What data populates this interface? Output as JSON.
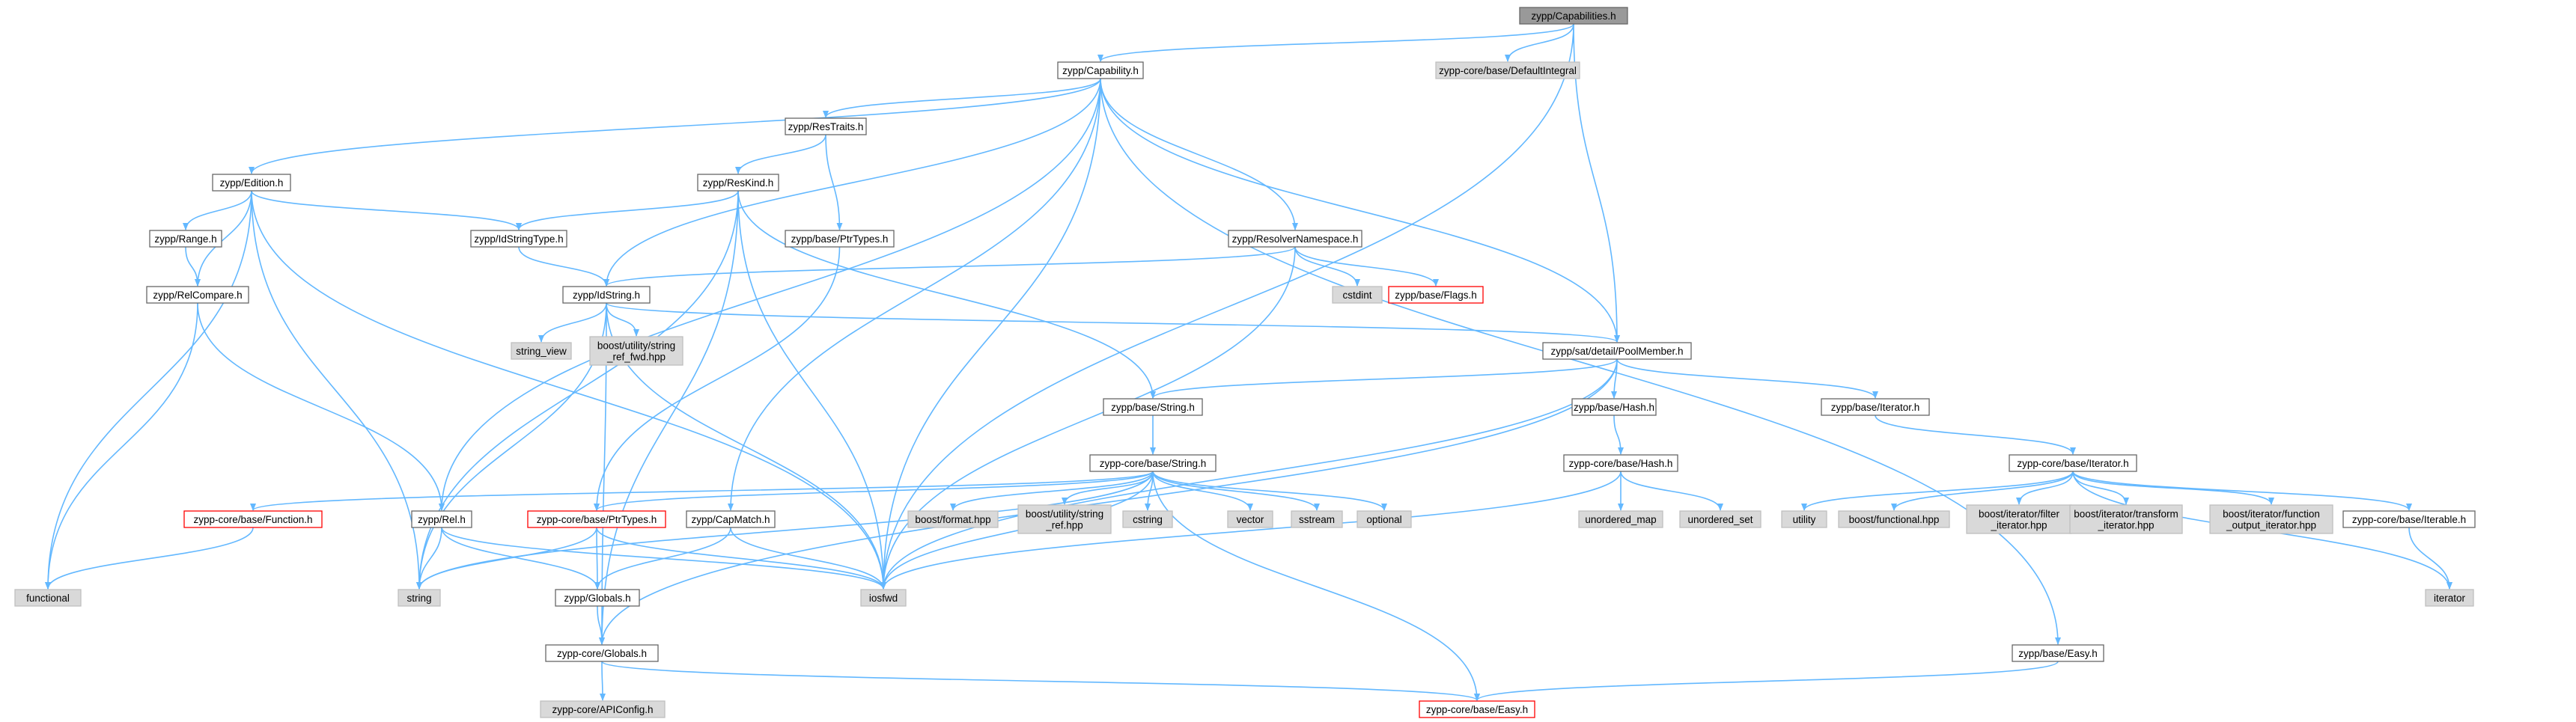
{
  "colors": {
    "edge": "#63b8ff",
    "box_border": "#666666",
    "box_fill": "#ffffff",
    "external_fill": "#d9d9d9",
    "external_border": "#bfbfbf",
    "root_fill": "#999999",
    "truncated_border": "#ff0000"
  },
  "nodes": [
    {
      "id": "capabilities",
      "label": "zypp/Capabilities.h",
      "kind": "root"
    },
    {
      "id": "capability",
      "label": "zypp/Capability.h",
      "kind": "normal"
    },
    {
      "id": "defaultintegral",
      "label": "zypp-core/base/DefaultIntegral",
      "kind": "external"
    },
    {
      "id": "restraits",
      "label": "zypp/ResTraits.h",
      "kind": "normal"
    },
    {
      "id": "edition",
      "label": "zypp/Edition.h",
      "kind": "normal"
    },
    {
      "id": "reskind",
      "label": "zypp/ResKind.h",
      "kind": "normal"
    },
    {
      "id": "range",
      "label": "zypp/Range.h",
      "kind": "normal"
    },
    {
      "id": "idstringtype",
      "label": "zypp/IdStringType.h",
      "kind": "normal"
    },
    {
      "id": "baseptrtypes",
      "label": "zypp/base/PtrTypes.h",
      "kind": "normal"
    },
    {
      "id": "resolvernamespace",
      "label": "zypp/ResolverNamespace.h",
      "kind": "normal"
    },
    {
      "id": "relcompare",
      "label": "zypp/RelCompare.h",
      "kind": "normal"
    },
    {
      "id": "idstring",
      "label": "zypp/IdString.h",
      "kind": "normal"
    },
    {
      "id": "cstdint",
      "label": "cstdint",
      "kind": "external"
    },
    {
      "id": "flags",
      "label": "zypp/base/Flags.h",
      "kind": "truncated"
    },
    {
      "id": "string_view",
      "label": "string_view",
      "kind": "external"
    },
    {
      "id": "boost_string_ref",
      "label": "boost/utility/string\n_ref_fwd.hpp",
      "kind": "external"
    },
    {
      "id": "poolmember",
      "label": "zypp/sat/detail/PoolMember.h",
      "kind": "normal"
    },
    {
      "id": "basestring",
      "label": "zypp/base/String.h",
      "kind": "normal"
    },
    {
      "id": "basehash",
      "label": "zypp/base/Hash.h",
      "kind": "normal"
    },
    {
      "id": "baseiterator",
      "label": "zypp/base/Iterator.h",
      "kind": "normal"
    },
    {
      "id": "corestring",
      "label": "zypp-core/base/String.h",
      "kind": "normal"
    },
    {
      "id": "corehash",
      "label": "zypp-core/base/Hash.h",
      "kind": "normal"
    },
    {
      "id": "coreiterator",
      "label": "zypp-core/base/Iterator.h",
      "kind": "normal"
    },
    {
      "id": "function",
      "label": "zypp-core/base/Function.h",
      "kind": "truncated"
    },
    {
      "id": "rel",
      "label": "zypp/Rel.h",
      "kind": "normal"
    },
    {
      "id": "coreptrtypes",
      "label": "zypp-core/base/PtrTypes.h",
      "kind": "truncated"
    },
    {
      "id": "capmatch",
      "label": "zypp/CapMatch.h",
      "kind": "normal"
    },
    {
      "id": "boost_format",
      "label": "boost/format.hpp",
      "kind": "external"
    },
    {
      "id": "boost_string_ref2",
      "label": "boost/utility/string\n_ref.hpp",
      "kind": "external"
    },
    {
      "id": "cstring",
      "label": "cstring",
      "kind": "external"
    },
    {
      "id": "vector",
      "label": "vector",
      "kind": "external"
    },
    {
      "id": "sstream",
      "label": "sstream",
      "kind": "external"
    },
    {
      "id": "optional",
      "label": "optional",
      "kind": "external"
    },
    {
      "id": "unordered_map",
      "label": "unordered_map",
      "kind": "external"
    },
    {
      "id": "unordered_set",
      "label": "unordered_set",
      "kind": "external"
    },
    {
      "id": "utility",
      "label": "utility",
      "kind": "external"
    },
    {
      "id": "boost_functional",
      "label": "boost/functional.hpp",
      "kind": "external"
    },
    {
      "id": "boost_filter",
      "label": "boost/iterator/filter\n_iterator.hpp",
      "kind": "external"
    },
    {
      "id": "boost_transform",
      "label": "boost/iterator/transform\n_iterator.hpp",
      "kind": "external"
    },
    {
      "id": "boost_function_output",
      "label": "boost/iterator/function\n_output_iterator.hpp",
      "kind": "external"
    },
    {
      "id": "iterable",
      "label": "zypp-core/base/Iterable.h",
      "kind": "normal"
    },
    {
      "id": "functional",
      "label": "functional",
      "kind": "external"
    },
    {
      "id": "string",
      "label": "string",
      "kind": "external"
    },
    {
      "id": "iosfwd",
      "label": "iosfwd",
      "kind": "external"
    },
    {
      "id": "globals",
      "label": "zypp/Globals.h",
      "kind": "normal"
    },
    {
      "id": "iterator",
      "label": "iterator",
      "kind": "external"
    },
    {
      "id": "coreglobals",
      "label": "zypp-core/Globals.h",
      "kind": "normal"
    },
    {
      "id": "baseeasy",
      "label": "zypp/base/Easy.h",
      "kind": "normal"
    },
    {
      "id": "apiconfig",
      "label": "zypp-core/APIConfig.h",
      "kind": "external"
    },
    {
      "id": "coreeasy",
      "label": "zypp-core/base/Easy.h",
      "kind": "truncated"
    }
  ],
  "edges": [
    [
      "capabilities",
      "capability"
    ],
    [
      "capabilities",
      "defaultintegral"
    ],
    [
      "capabilities",
      "poolmember"
    ],
    [
      "capabilities",
      "iosfwd"
    ],
    [
      "capability",
      "restraits"
    ],
    [
      "capability",
      "edition"
    ],
    [
      "capability",
      "idstring"
    ],
    [
      "capability",
      "resolvernamespace"
    ],
    [
      "capability",
      "poolmember"
    ],
    [
      "capability",
      "rel"
    ],
    [
      "capability",
      "capmatch"
    ],
    [
      "capability",
      "iosfwd"
    ],
    [
      "capability",
      "baseeasy"
    ],
    [
      "restraits",
      "reskind"
    ],
    [
      "restraits",
      "baseptrtypes"
    ],
    [
      "edition",
      "range"
    ],
    [
      "edition",
      "relcompare"
    ],
    [
      "edition",
      "idstringtype"
    ],
    [
      "edition",
      "functional"
    ],
    [
      "edition",
      "string"
    ],
    [
      "edition",
      "iosfwd"
    ],
    [
      "reskind",
      "idstringtype"
    ],
    [
      "reskind",
      "basestring"
    ],
    [
      "reskind",
      "string"
    ],
    [
      "reskind",
      "iosfwd"
    ],
    [
      "reskind",
      "coreglobals"
    ],
    [
      "range",
      "relcompare"
    ],
    [
      "idstringtype",
      "idstring"
    ],
    [
      "baseptrtypes",
      "coreptrtypes"
    ],
    [
      "resolvernamespace",
      "idstring"
    ],
    [
      "resolvernamespace",
      "cstdint"
    ],
    [
      "resolvernamespace",
      "flags"
    ],
    [
      "resolvernamespace",
      "iosfwd"
    ],
    [
      "relcompare",
      "rel"
    ],
    [
      "relcompare",
      "functional"
    ],
    [
      "idstring",
      "string_view"
    ],
    [
      "idstring",
      "boost_string_ref"
    ],
    [
      "idstring",
      "poolmember"
    ],
    [
      "idstring",
      "string"
    ],
    [
      "idstring",
      "iosfwd"
    ],
    [
      "idstring",
      "coreglobals"
    ],
    [
      "poolmember",
      "basestring"
    ],
    [
      "poolmember",
      "basehash"
    ],
    [
      "poolmember",
      "baseiterator"
    ],
    [
      "poolmember",
      "iosfwd"
    ],
    [
      "poolmember",
      "coreglobals"
    ],
    [
      "basestring",
      "corestring"
    ],
    [
      "basehash",
      "corehash"
    ],
    [
      "baseiterator",
      "coreiterator"
    ],
    [
      "corestring",
      "function"
    ],
    [
      "corestring",
      "coreptrtypes"
    ],
    [
      "corestring",
      "boost_format"
    ],
    [
      "corestring",
      "boost_string_ref2"
    ],
    [
      "corestring",
      "cstring"
    ],
    [
      "corestring",
      "vector"
    ],
    [
      "corestring",
      "sstream"
    ],
    [
      "corestring",
      "optional"
    ],
    [
      "corestring",
      "string"
    ],
    [
      "corestring",
      "iosfwd"
    ],
    [
      "corestring",
      "coreeasy"
    ],
    [
      "corehash",
      "unordered_map"
    ],
    [
      "corehash",
      "unordered_set"
    ],
    [
      "corehash",
      "iosfwd"
    ],
    [
      "coreiterator",
      "utility"
    ],
    [
      "coreiterator",
      "boost_functional"
    ],
    [
      "coreiterator",
      "boost_filter"
    ],
    [
      "coreiterator",
      "boost_transform"
    ],
    [
      "coreiterator",
      "boost_function_output"
    ],
    [
      "coreiterator",
      "iterable"
    ],
    [
      "coreiterator",
      "iterator"
    ],
    [
      "iterable",
      "iterator"
    ],
    [
      "function",
      "functional"
    ],
    [
      "rel",
      "string"
    ],
    [
      "rel",
      "iosfwd"
    ],
    [
      "rel",
      "globals"
    ],
    [
      "coreptrtypes",
      "string"
    ],
    [
      "coreptrtypes",
      "globals"
    ],
    [
      "coreptrtypes",
      "iosfwd"
    ],
    [
      "capmatch",
      "globals"
    ],
    [
      "capmatch",
      "iosfwd"
    ],
    [
      "globals",
      "coreglobals"
    ],
    [
      "coreglobals",
      "apiconfig"
    ],
    [
      "coreglobals",
      "coreeasy"
    ],
    [
      "baseeasy",
      "coreeasy"
    ]
  ]
}
